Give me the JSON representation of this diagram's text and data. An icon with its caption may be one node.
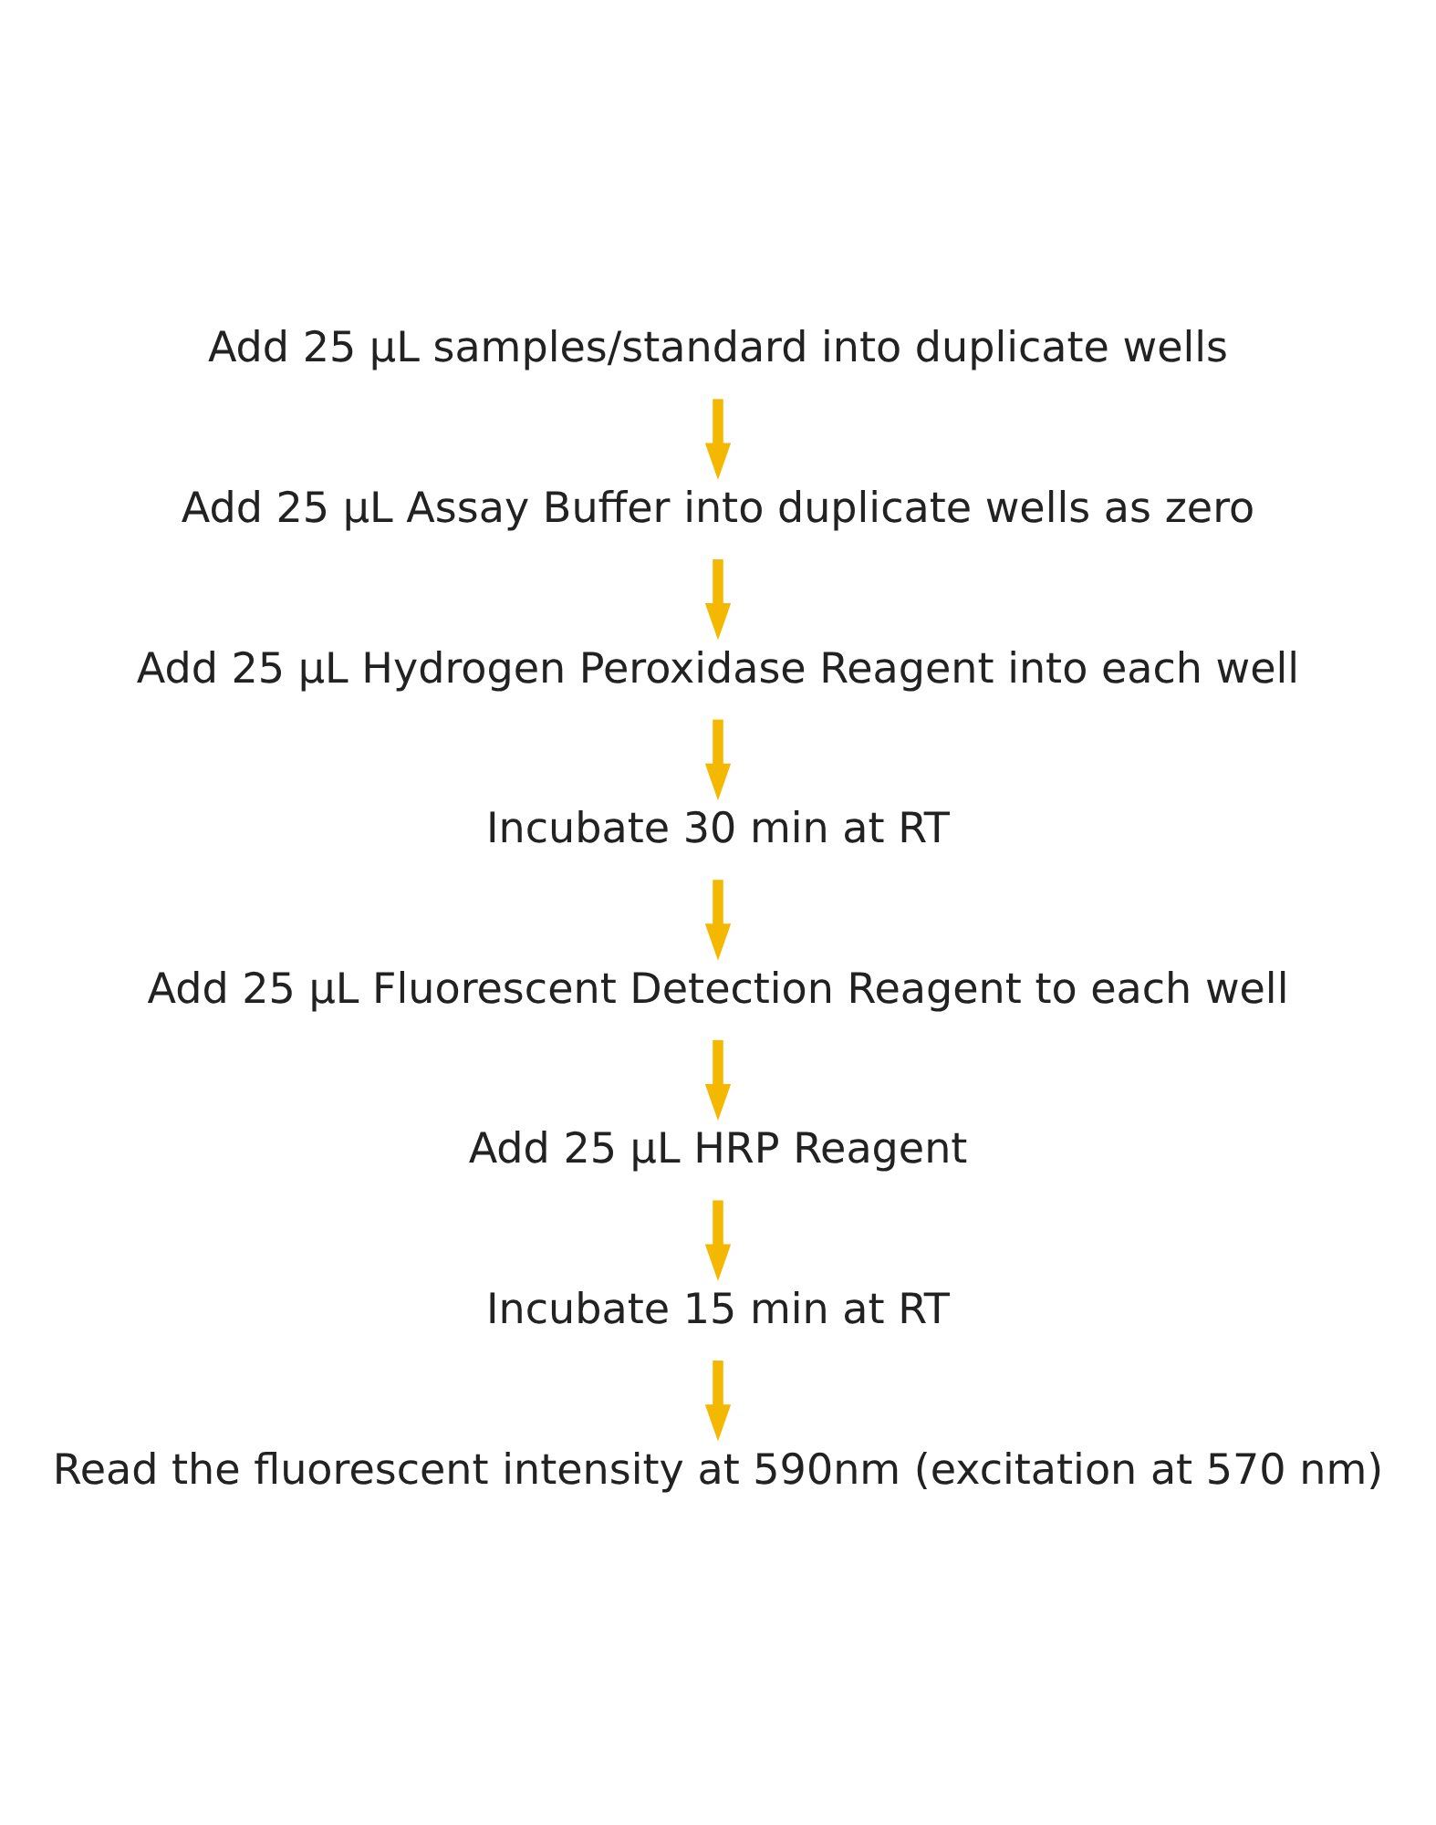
{
  "diagram": {
    "nodes": [
      {
        "text": [
          "Add 25 µL samples/standard into duplicate wells"
        ]
      },
      {
        "text": [
          "Add 25 µL Assay Buffer into duplicate wells as zero"
        ]
      },
      {
        "text": [
          "Add 25 µL Hydrogen Peroxidase Reagent into each well"
        ]
      },
      {
        "text": [
          "Incubate 30 min at RT"
        ]
      },
      {
        "text": [
          "Add 25 µL Fluorescent Detection Reagent to each well"
        ]
      },
      {
        "text": [
          "Add 25 µL HRP Reagent"
        ]
      },
      {
        "text": [
          "Incubate 15 min at RT"
        ]
      },
      {
        "text": [
          "Read the fluorescent intensity at 590nm (excitation at 570 nm)"
        ]
      }
    ],
    "edges": [
      {
        "from": 0,
        "to": 1,
        "arrow": "to"
      },
      {
        "from": 1,
        "to": 2,
        "arrow": "to"
      },
      {
        "from": 2,
        "to": 3,
        "arrow": "to"
      },
      {
        "from": 3,
        "to": 4,
        "arrow": "to"
      },
      {
        "from": 4,
        "to": 5,
        "arrow": "to"
      },
      {
        "from": 5,
        "to": 6,
        "arrow": "to"
      },
      {
        "from": 6,
        "to": 7,
        "arrow": "to"
      }
    ]
  }
}
